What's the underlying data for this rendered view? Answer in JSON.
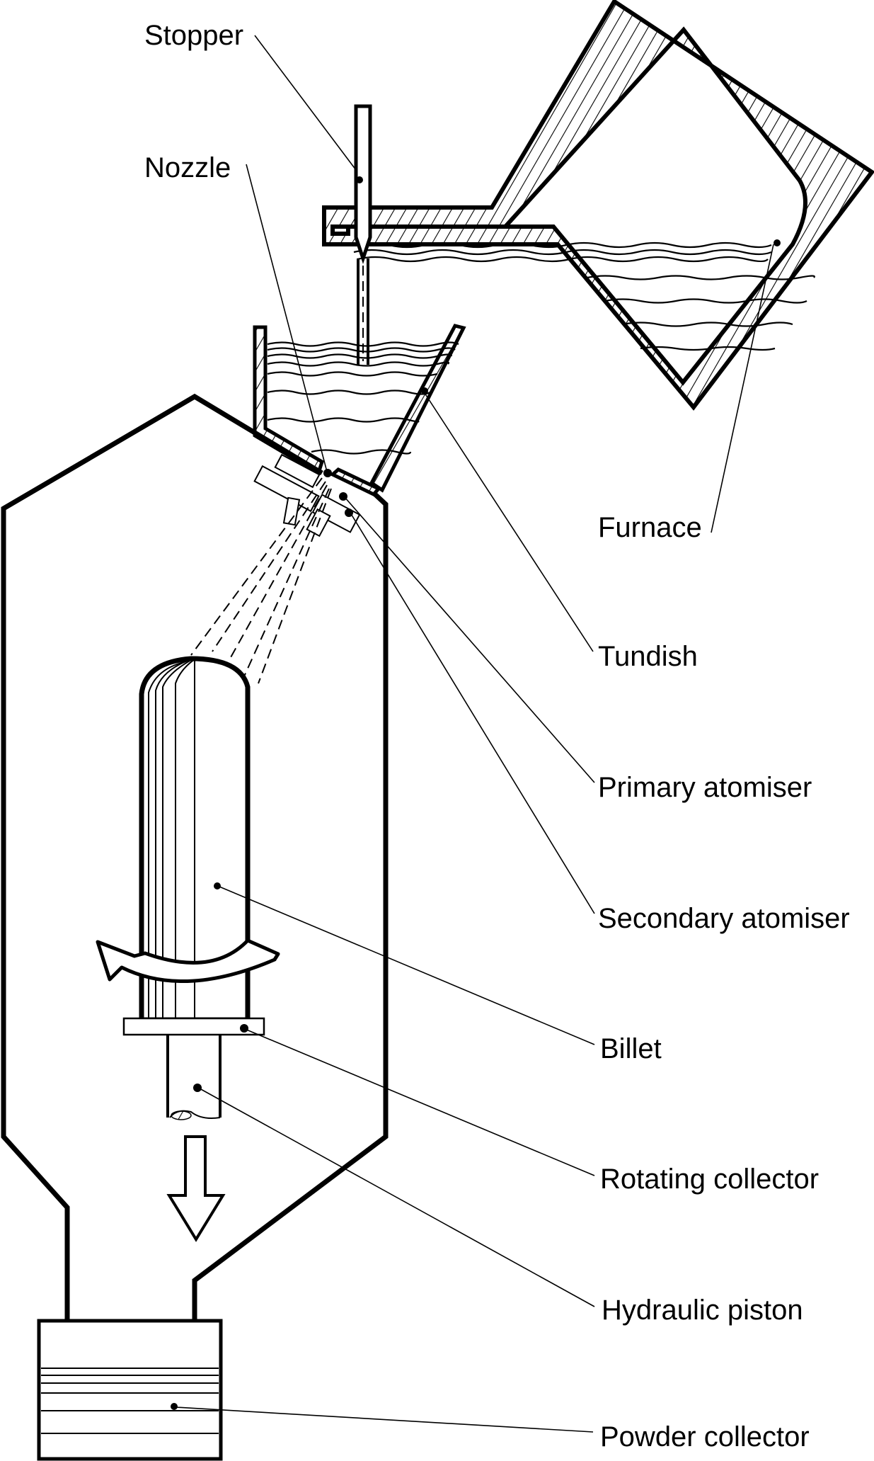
{
  "diagram": {
    "title": "Spray forming apparatus",
    "labels": [
      {
        "id": "stopper",
        "text": "Stopper"
      },
      {
        "id": "nozzle",
        "text": "Nozzle"
      },
      {
        "id": "furnace",
        "text": "Furnace"
      },
      {
        "id": "tundish",
        "text": "Tundish"
      },
      {
        "id": "primary-atomiser",
        "text": "Primary atomiser"
      },
      {
        "id": "secondary-atomiser",
        "text": "Secondary atomiser"
      },
      {
        "id": "billet",
        "text": "Billet"
      },
      {
        "id": "rotating-collector",
        "text": "Rotating collector"
      },
      {
        "id": "hydraulic-piston",
        "text": "Hydraulic piston"
      },
      {
        "id": "powder-collector",
        "text": "Powder collector"
      }
    ],
    "colors": {
      "line": "#000000",
      "background": "#ffffff"
    }
  }
}
